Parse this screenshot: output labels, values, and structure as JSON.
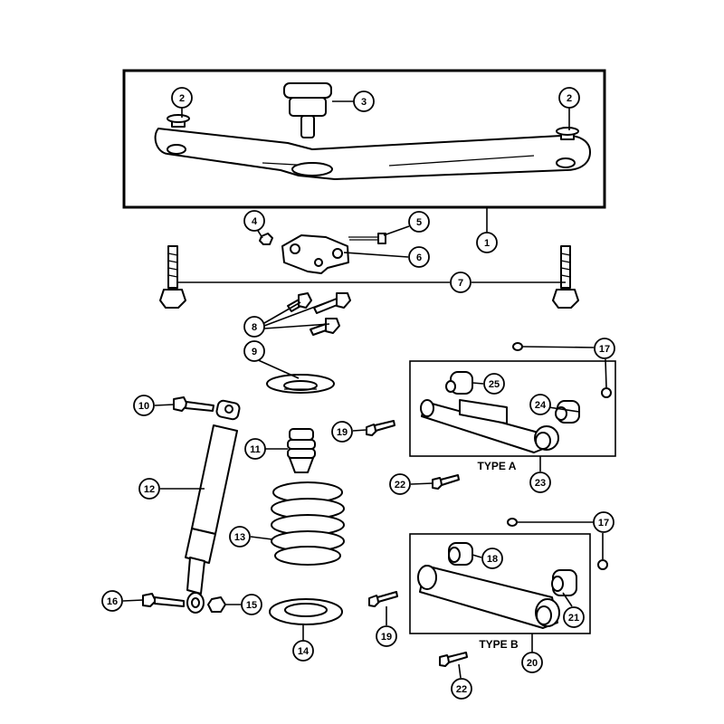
{
  "figure": {
    "type_a_label": "TYPE A",
    "type_b_label": "TYPE B"
  },
  "callouts": {
    "c1": "1",
    "c2a": "2",
    "c2b": "2",
    "c3": "3",
    "c4": "4",
    "c5": "5",
    "c6": "6",
    "c7": "7",
    "c8": "8",
    "c9": "9",
    "c10": "10",
    "c11": "11",
    "c12": "12",
    "c13": "13",
    "c14": "14",
    "c15": "15",
    "c16": "16",
    "c17a": "17",
    "c17b": "17",
    "c18": "18",
    "c19a": "19",
    "c19b": "19",
    "c20": "20",
    "c21": "21",
    "c22a": "22",
    "c22b": "22",
    "c23": "23",
    "c24": "24",
    "c25": "25"
  }
}
